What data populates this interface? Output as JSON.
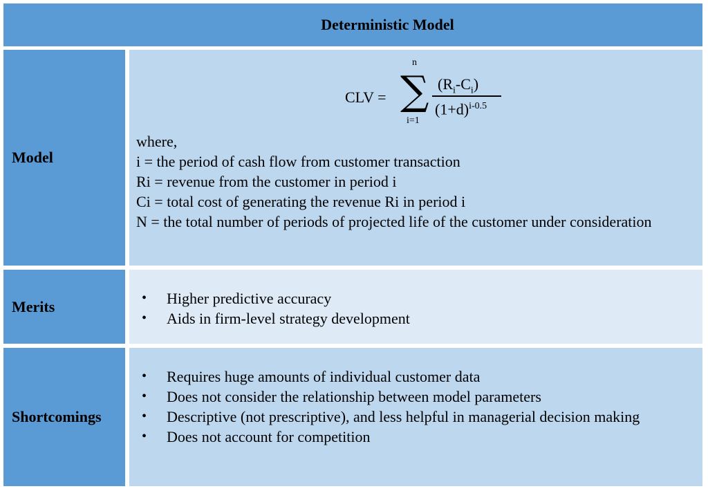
{
  "title": "Deterministic Model",
  "rows": {
    "model": {
      "label": "Model",
      "formula": {
        "lhs": "CLV =",
        "sigma": "∑",
        "upper": "n",
        "lower": "i=1",
        "num_R": "(R",
        "num_R_sub": "i",
        "num_mid": "-C",
        "num_C_sub": "i",
        "num_close": ")",
        "den_base": "(1+d)",
        "den_exp": "i-0.5"
      },
      "definitions": [
        "where,",
        "i = the period of cash flow from customer transaction",
        "Ri = revenue from the customer in period i",
        "Ci = total cost of generating the revenue Ri in period i",
        "N = the total number of periods of projected life of the customer under consideration"
      ]
    },
    "merits": {
      "label": "Merits",
      "items": [
        "Higher predictive accuracy",
        "Aids in firm-level strategy development"
      ]
    },
    "shortcomings": {
      "label": "Shortcomings",
      "items": [
        "Requires huge amounts of individual customer data",
        "Does not consider the relationship between model parameters",
        "Descriptive (not prescriptive), and less helpful in managerial decision making",
        "Does not account for competition"
      ]
    }
  },
  "bullet_glyph": "•",
  "colors": {
    "header_bg": "#5b9bd5",
    "label_bg": "#5b9bd5",
    "content_bg": "#bdd7ee",
    "content_alt_bg": "#deebf7"
  }
}
